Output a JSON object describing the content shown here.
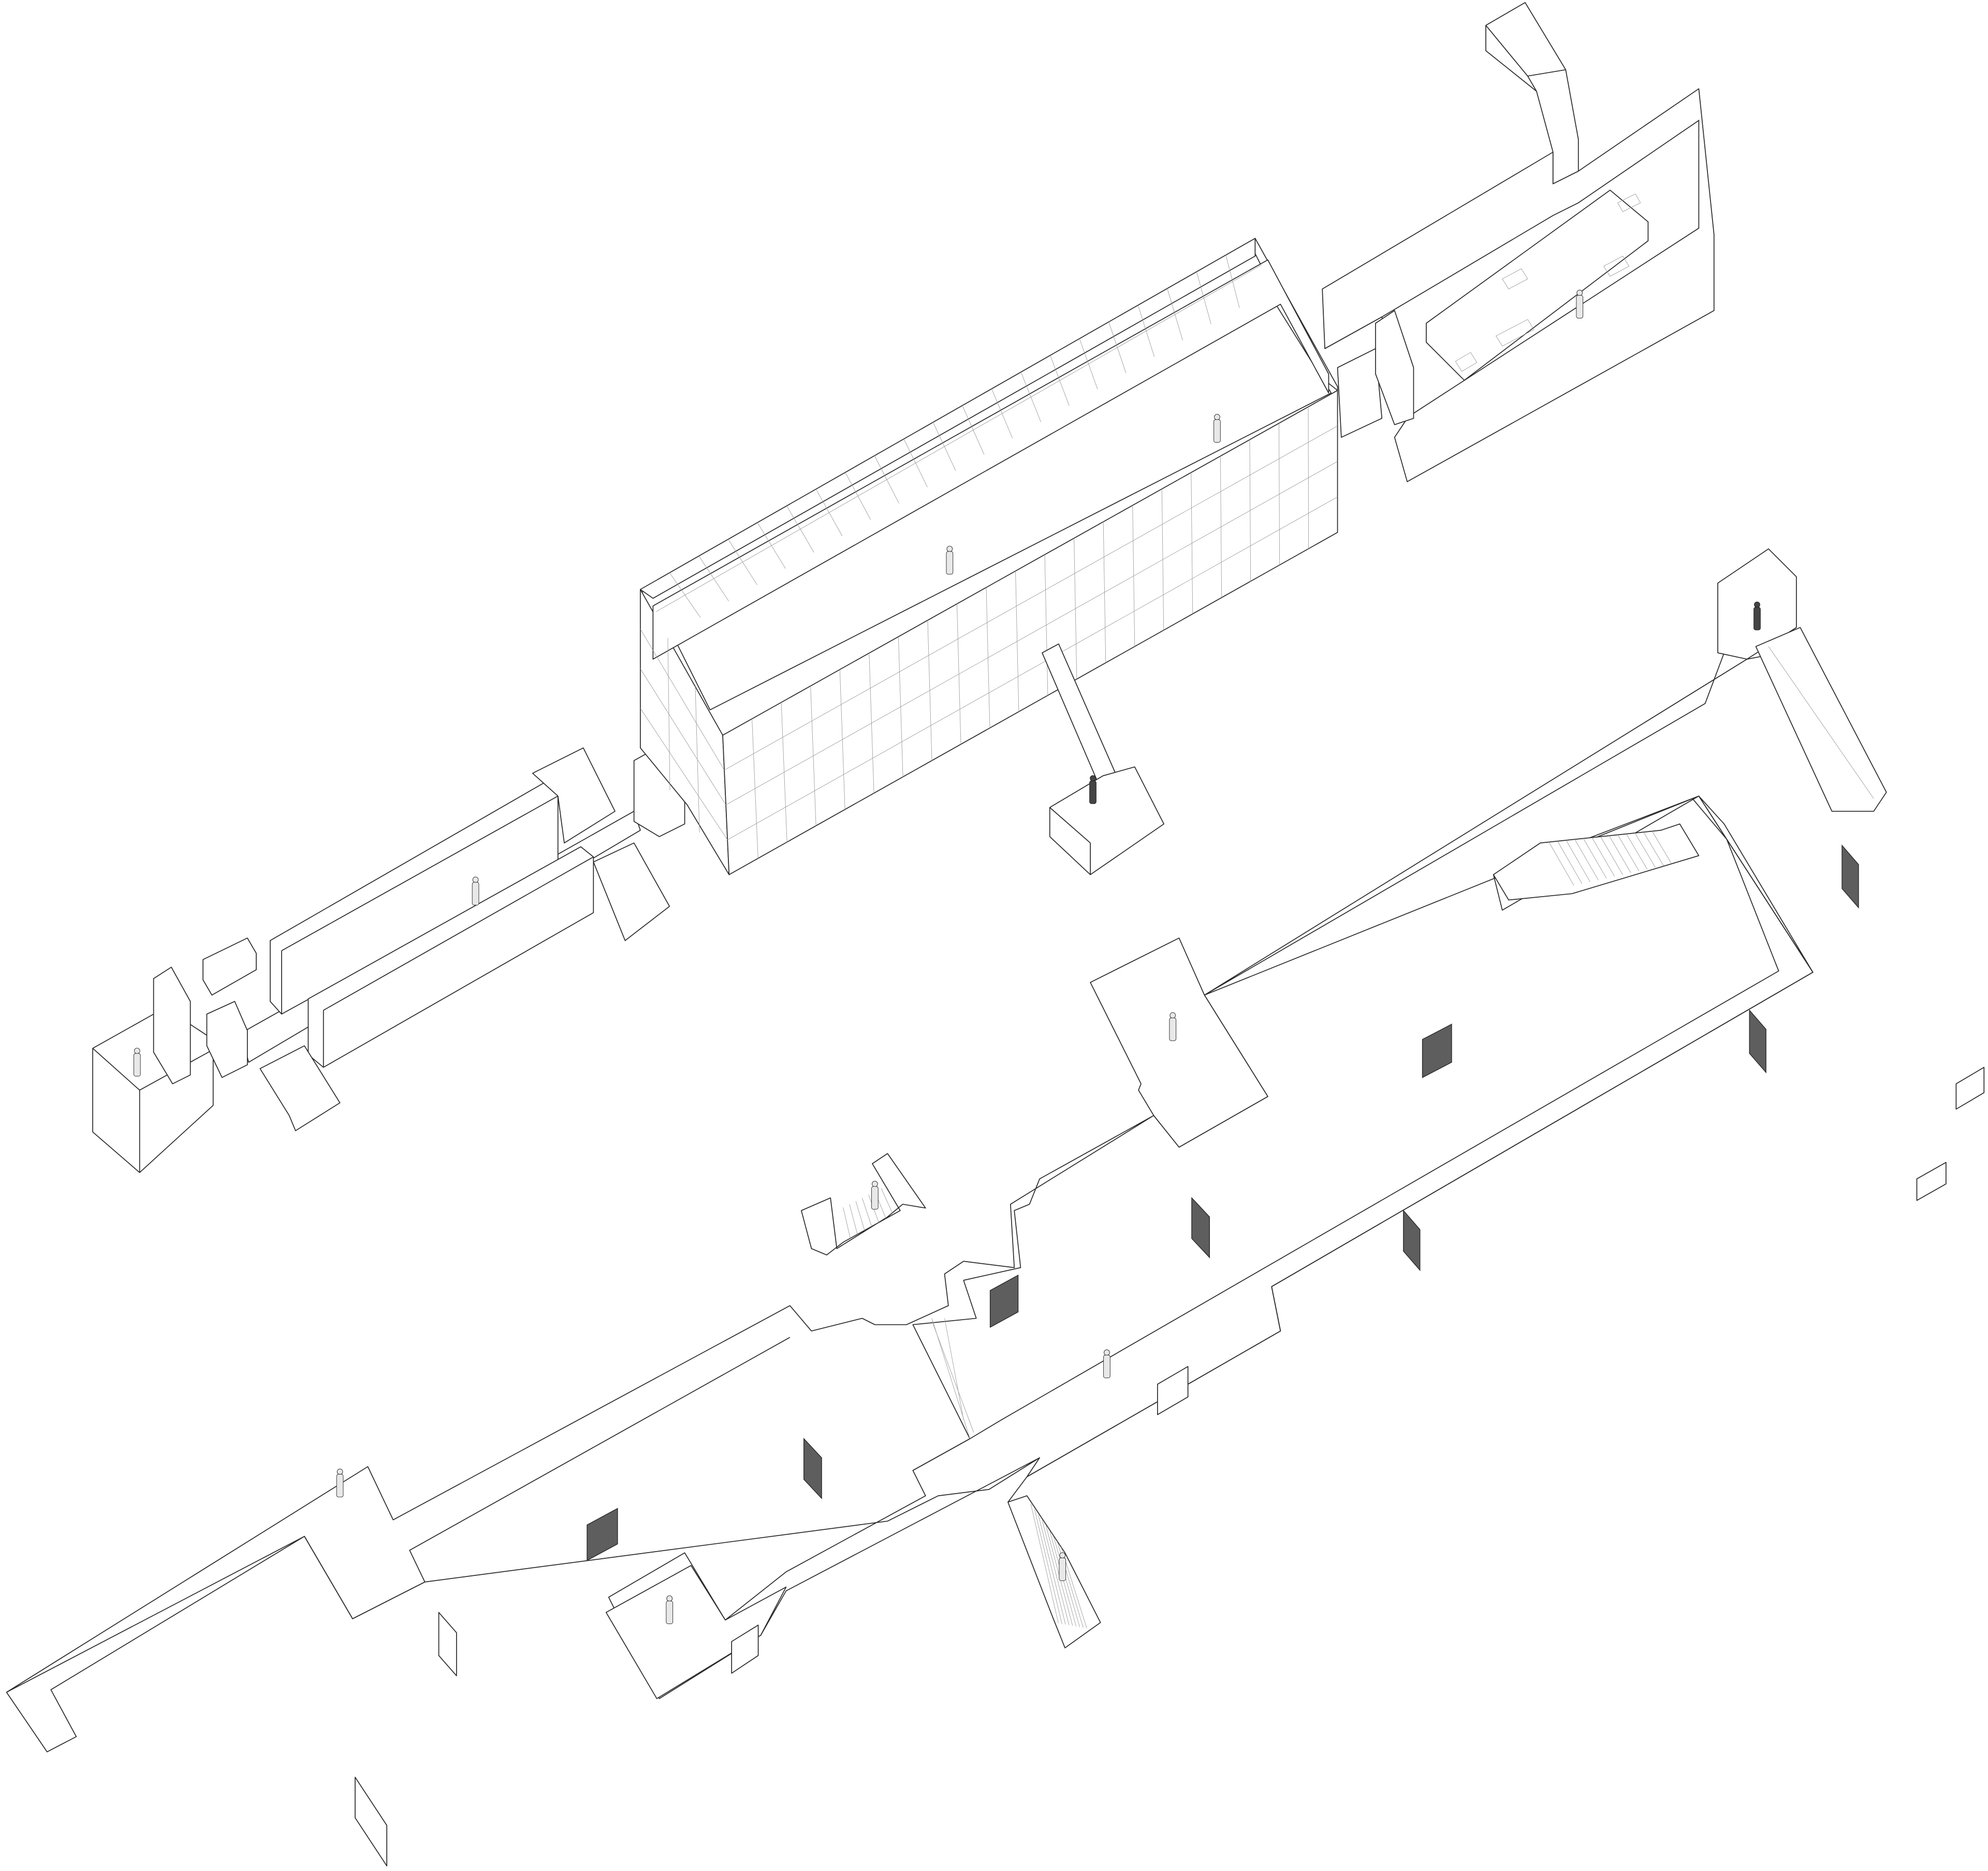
{
  "diagram": {
    "title": "",
    "style": "axonometric line drawing",
    "colors": {
      "line": "#2a2a2a",
      "background": "#ffffff",
      "panel_fill": "#5e5e5e",
      "grid_line": "#9a9a9a"
    },
    "elements": [
      "grid-facade-pavilion",
      "annex-court",
      "tower",
      "west-wing",
      "lower-gallery-path",
      "display-panels",
      "human-figures",
      "stairs"
    ]
  }
}
